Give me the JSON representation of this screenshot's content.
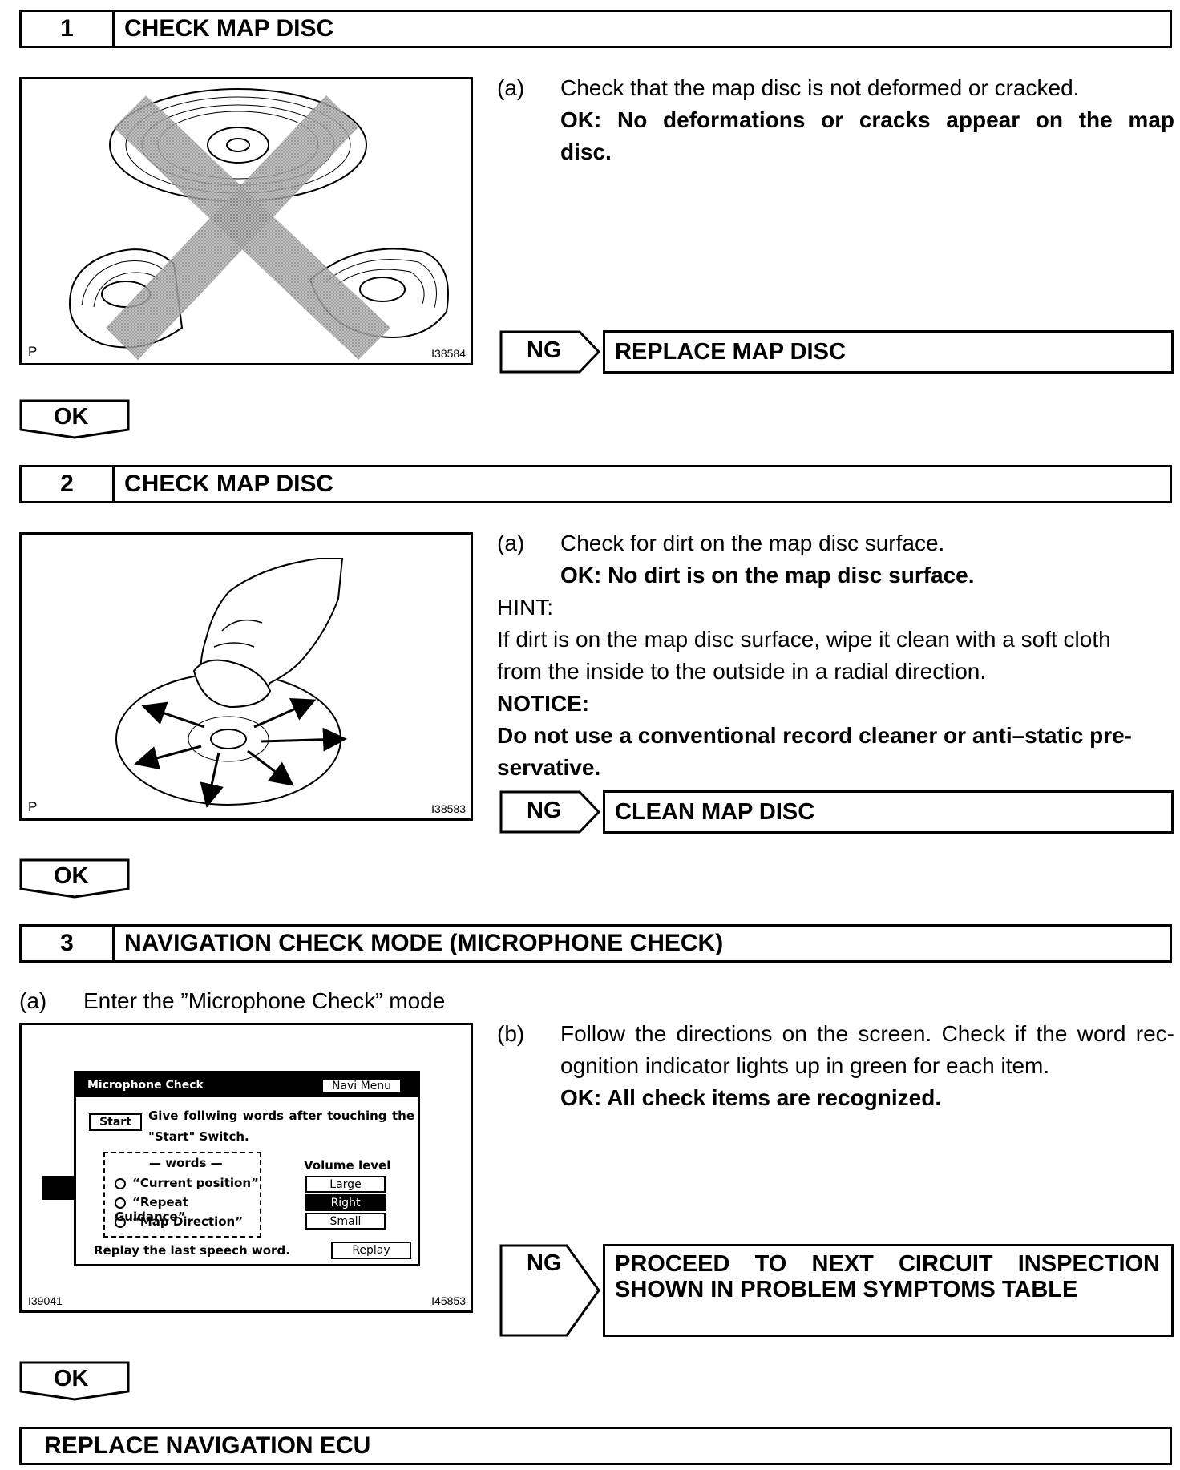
{
  "step1": {
    "number": "1",
    "title": "CHECK MAP DISC",
    "figure": {
      "corner_label": "P",
      "figure_id": "I38584"
    },
    "item_marker": "(a)",
    "item_text": "Check that the map disc is not deformed or cracked.",
    "ok_line1": "OK: No deformations or cracks appear on the map",
    "ok_line2": "disc.",
    "ng_label": "NG",
    "ng_action": "REPLACE MAP DISC"
  },
  "ok_label": "OK",
  "step2": {
    "number": "2",
    "title": "CHECK MAP DISC",
    "figure": {
      "corner_label": "P",
      "figure_id": "I38583"
    },
    "item_marker": "(a)",
    "item_text": "Check for dirt on the map disc surface.",
    "ok_text": "OK: No dirt is on the map disc surface.",
    "hint_label": "HINT:",
    "hint_line1": "If dirt is on the map disc surface, wipe it clean with a soft cloth",
    "hint_line2": "from the inside to the outside in a radial direction.",
    "notice_label": "NOTICE:",
    "notice_line1": "Do not use a conventional record cleaner or anti–static pre-",
    "notice_line2": "servative.",
    "ng_label": "NG",
    "ng_action": "CLEAN MAP DISC"
  },
  "step3": {
    "number": "3",
    "title": "NAVIGATION CHECK MODE (MICROPHONE CHECK)",
    "a_marker": "(a)",
    "a_text": "Enter the ”Microphone Check” mode",
    "figure": {
      "figure_id_left": "I39041",
      "figure_id_right": "I45853"
    },
    "b_marker": "(b)",
    "b_line1": "Follow the directions on the screen. Check if the word rec-",
    "b_line2": "ognition indicator lights up in green for each item.",
    "ok_text": "OK: All check items are recognized.",
    "ng_label": "NG",
    "ng_action_line1": "PROCEED  TO  NEXT  CIRCUIT  INSPECTION",
    "ng_action_line2": "SHOWN IN PROBLEM SYMPTOMS TABLE",
    "screen": {
      "title": "Microphone Check",
      "navi_menu_button": "Navi Menu",
      "start_button": "Start",
      "instruction_line1": "Give follwing words after touching the",
      "instruction_line2": "\"Start\" Switch.",
      "words_header": "— words —",
      "words": [
        "“Current position”",
        "“Repeat Guidance”",
        "“Map Direction”"
      ],
      "volume_header": "Volume level",
      "volume_options": [
        "Large",
        "Right",
        "Small"
      ],
      "volume_selected": "Right",
      "replay_text": "Replay the last speech word.",
      "replay_button": "Replay"
    }
  },
  "final": {
    "title": "REPLACE NAVIGATION ECU"
  }
}
